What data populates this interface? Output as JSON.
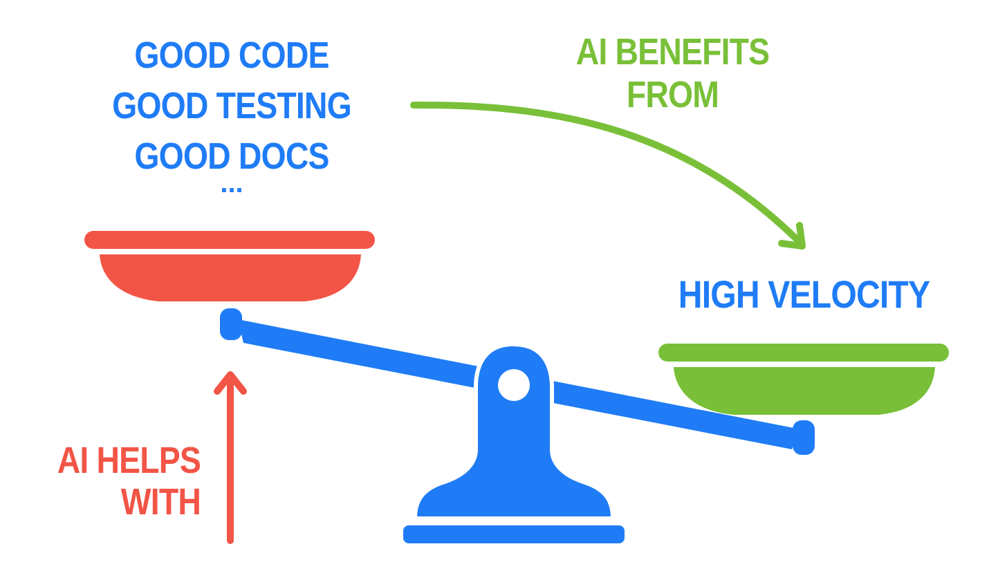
{
  "left_pan_items": {
    "line1": "GOOD CODE",
    "line2": "GOOD TESTING",
    "line3": "GOOD DOCS",
    "ellipsis": "..."
  },
  "ai_benefits_label": {
    "line1": "AI BENEFITS",
    "line2": "FROM"
  },
  "right_pan_label": "HIGH VELOCITY",
  "ai_helps_label": {
    "line1": "AI HELPS",
    "line2": "WITH"
  },
  "colors": {
    "blue": "#1f7cf6",
    "green": "#79c038",
    "red": "#f25546"
  },
  "icons": {
    "scale": "balance-scale-icon",
    "up_arrow": "up-arrow-icon",
    "curved_arrow": "curved-arrow-icon"
  }
}
